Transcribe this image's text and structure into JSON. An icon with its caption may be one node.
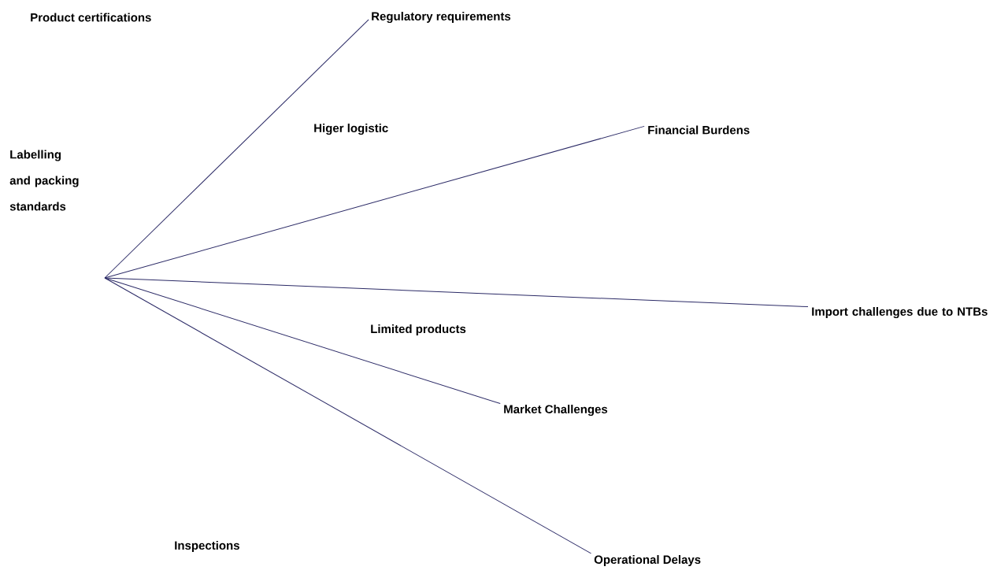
{
  "diagram": {
    "nodes": [
      {
        "text": [
          "Product certifications"
        ]
      },
      {
        "text": [
          "Regulatory requirements"
        ]
      },
      {
        "text": [
          "Higer logistic"
        ]
      },
      {
        "text": [
          "Financial Burdens"
        ]
      },
      {
        "text": [
          "Labelling and packing standards"
        ]
      },
      {
        "text": [
          "Import challenges due to NTBs"
        ]
      },
      {
        "text": [
          "Limited products"
        ]
      },
      {
        "text": [
          "Market Challenges"
        ]
      },
      {
        "text": [
          "Inspections"
        ]
      },
      {
        "text": [
          "Operational Delays"
        ]
      }
    ],
    "edges": [
      {
        "from": null,
        "to": 1,
        "arrow": "none"
      },
      {
        "from": null,
        "to": 3,
        "arrow": "none"
      },
      {
        "from": null,
        "to": 5,
        "arrow": "none"
      },
      {
        "from": null,
        "to": 7,
        "arrow": "none"
      },
      {
        "from": null,
        "to": 9,
        "arrow": "none"
      }
    ]
  }
}
